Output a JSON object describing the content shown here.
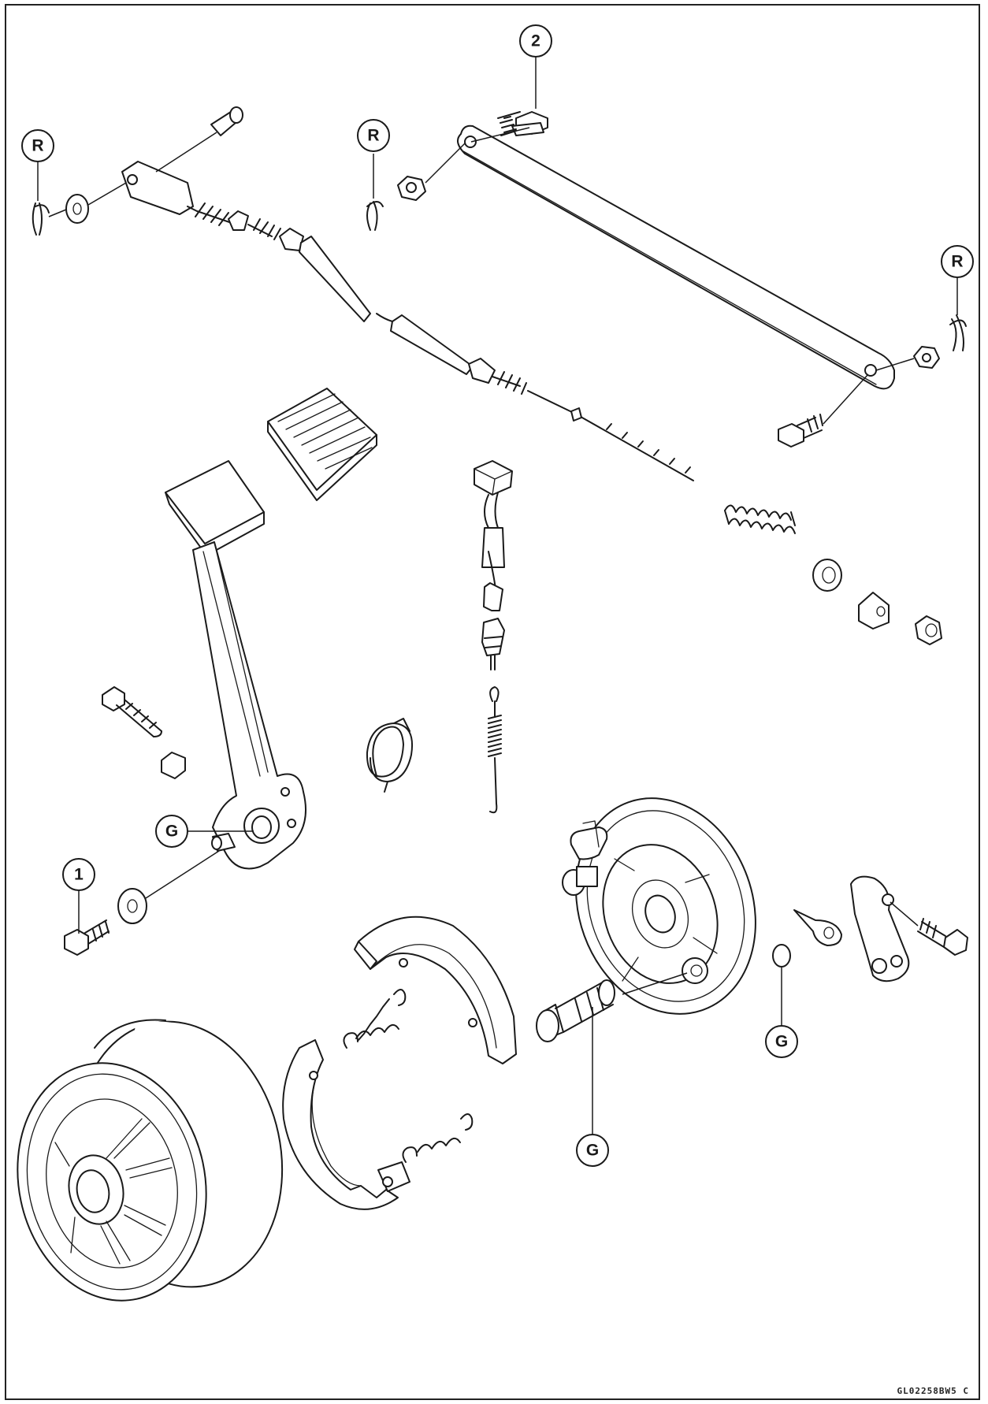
{
  "callouts": {
    "ref_1": "1",
    "ref_2": "2",
    "cotter_pin_left": "R",
    "cotter_pin_middle": "R",
    "cotter_pin_right": "R",
    "grease_pedal_pivot": "G",
    "grease_o_ring": "G",
    "grease_cam": "G"
  },
  "figure_code": "GL02258BW5 C",
  "colors": {
    "line": "#1a1a1a",
    "background": "#ffffff"
  }
}
